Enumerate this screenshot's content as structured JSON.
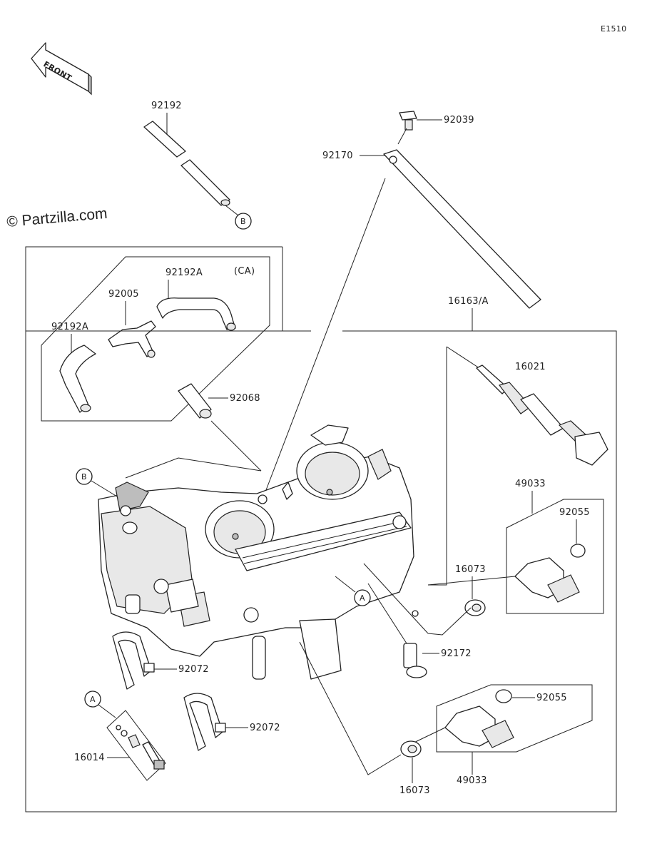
{
  "diagram_code": "E1510",
  "watermark": "© Partzilla.com",
  "front_label": "FRONT",
  "variant_label": "(CA)",
  "callouts": {
    "A": "A",
    "B": "B"
  },
  "part_labels": {
    "p92192": "92192",
    "p92039": "92039",
    "p92170": "92170",
    "p92192A_top": "92192A",
    "p92005": "92005",
    "p92192A_left": "92192A",
    "p16163A": "16163/A",
    "p16021": "16021",
    "p92068": "92068",
    "p49033_top": "49033",
    "p92055_top": "92055",
    "p16073_right": "16073",
    "p92172": "92172",
    "p92072_a": "92072",
    "p92072_b": "92072",
    "p16014": "16014",
    "p92055_bottom": "92055",
    "p49033_bottom": "49033",
    "p16073_bottom": "16073"
  },
  "colors": {
    "line": "#222222",
    "background": "#ffffff",
    "shade": "#e8e8e8"
  }
}
